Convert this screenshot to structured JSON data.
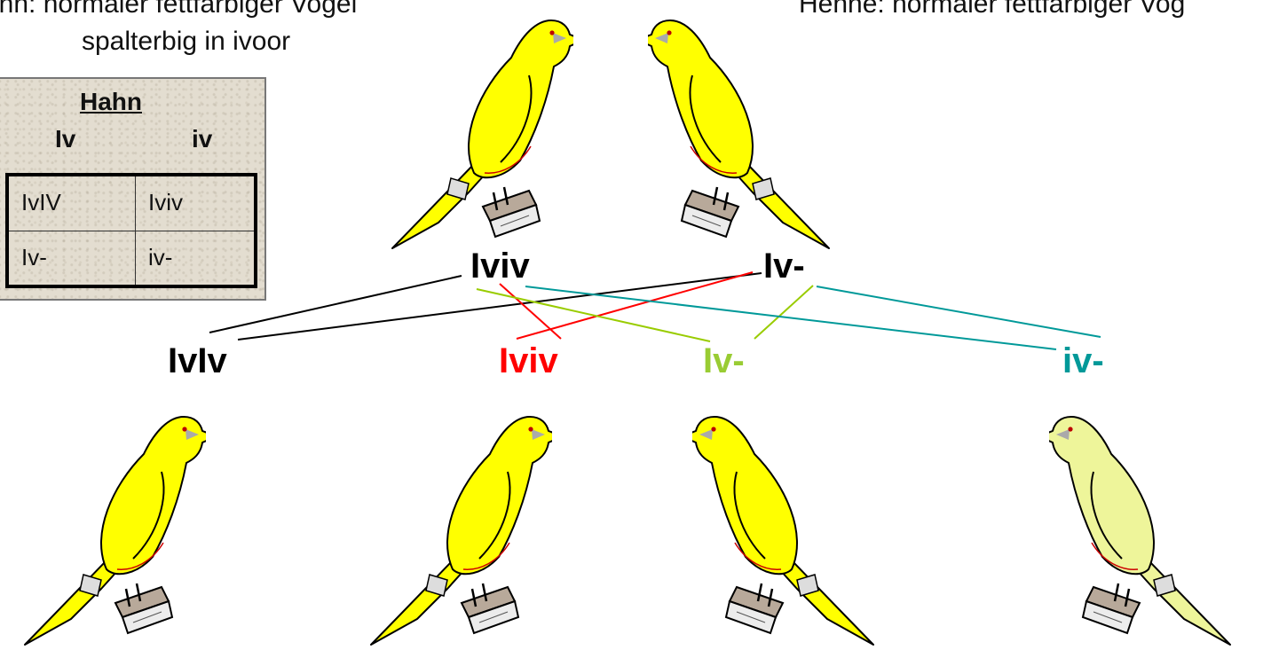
{
  "captions": {
    "hahn": "ahn: normaler fettfarbiger Vogel",
    "spalterbig": "spalterbig in ivoor",
    "henne": "Henne: normaler fettfarbiger Vog"
  },
  "punnett": {
    "title": "Hahn",
    "columns": [
      "Iv",
      "iv"
    ],
    "cells": [
      "IvIV",
      "Iviv",
      "Iv-",
      "iv-"
    ]
  },
  "parents": [
    {
      "genotype": "Iviv",
      "color": "#000000"
    },
    {
      "genotype": "Iv-",
      "color": "#000000"
    }
  ],
  "offspring": [
    {
      "genotype": "IvIv",
      "color": "#000000"
    },
    {
      "genotype": "Iviv",
      "color": "#ff0000"
    },
    {
      "genotype": "Iv-",
      "color": "#99cc33"
    },
    {
      "genotype": "iv-",
      "color": "#009999"
    }
  ],
  "colors": {
    "bird_yellow": "#ffff00",
    "bird_pale": "#eef59a",
    "line_black": "#000000",
    "line_red": "#ff0000",
    "line_green": "#99cc00",
    "line_teal": "#009999"
  }
}
